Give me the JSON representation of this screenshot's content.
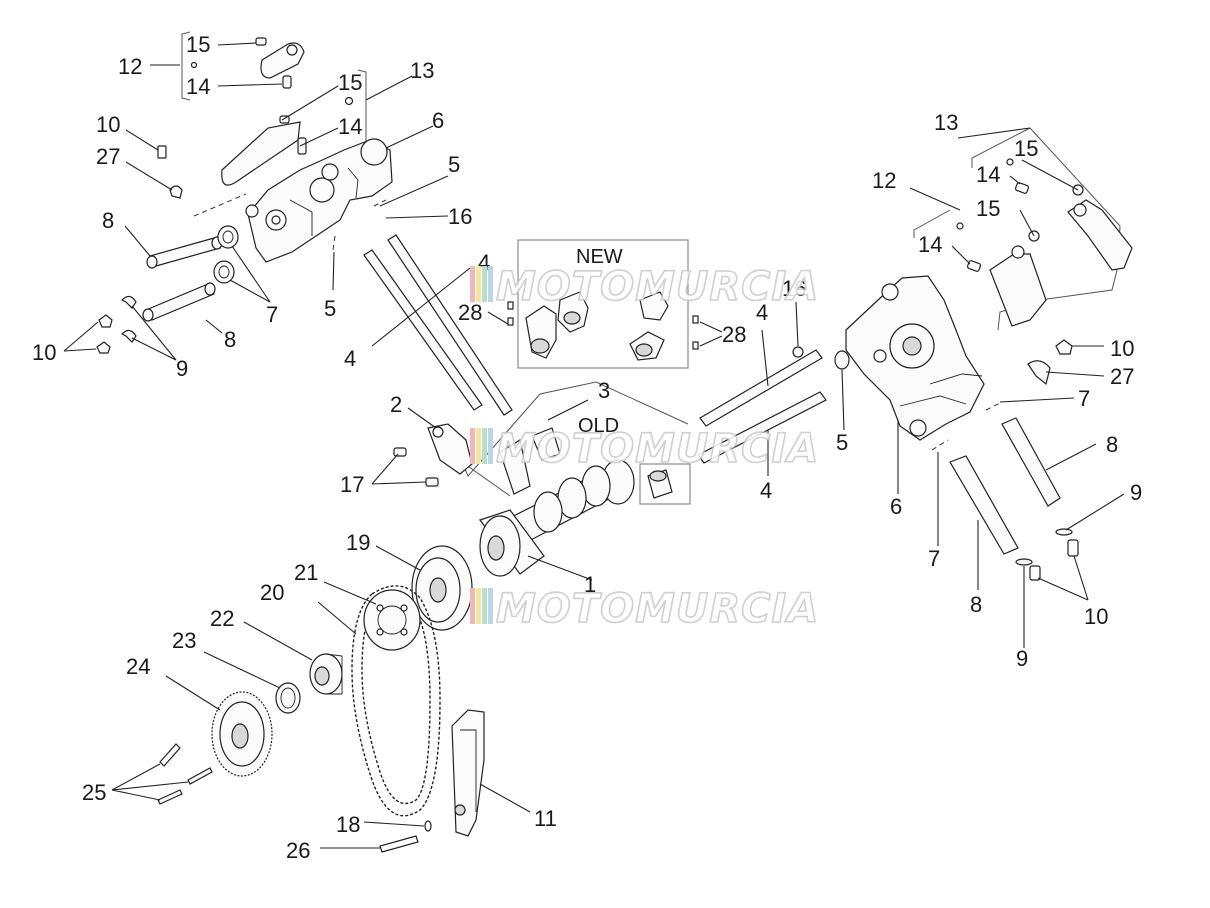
{
  "callouts": [
    "1",
    "2",
    "3",
    "4",
    "5",
    "6",
    "7",
    "8",
    "9",
    "10",
    "11",
    "12",
    "13",
    "14",
    "15",
    "16",
    "17",
    "18",
    "19",
    "20",
    "21",
    "22",
    "23",
    "24",
    "25",
    "26",
    "27",
    "28"
  ],
  "boxes": {
    "new_label": "NEW",
    "old_label": "OLD"
  },
  "watermark": {
    "text": "MOTOMURCIA",
    "stripe_colors": [
      "#f2b8b8",
      "#f3e6a0",
      "#b9e0c4",
      "#b9d6ef"
    ]
  }
}
